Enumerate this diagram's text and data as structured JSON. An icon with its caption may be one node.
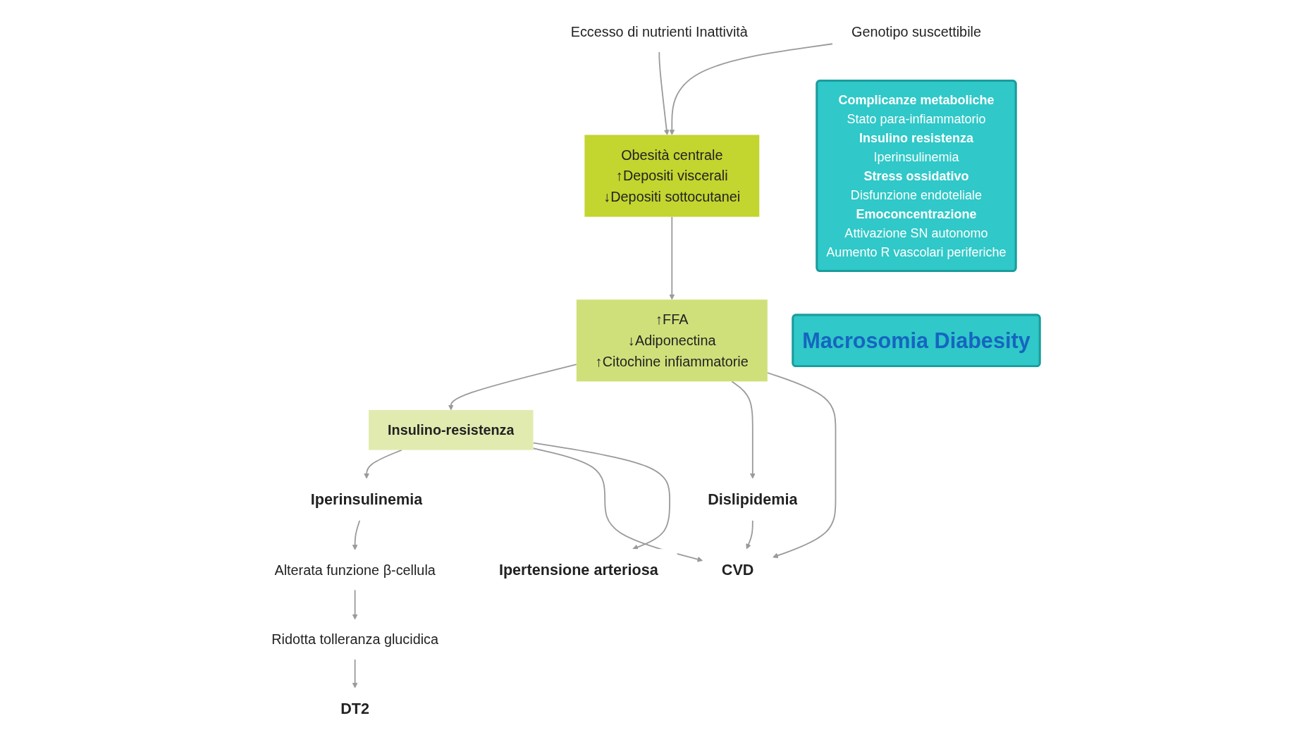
{
  "diagram": {
    "nodes": [
      {
        "text": [
          "Eccesso di nutrienti Inattività"
        ]
      },
      {
        "text": [
          "Genotipo suscettibile"
        ]
      },
      {
        "text": [
          "Obesità centrale",
          "↑Depositi viscerali",
          "↓Depositi sottocutanei"
        ]
      },
      {
        "text": [
          "↑FFA",
          "↓Adiponectina",
          "↑Citochine infiammatorie"
        ]
      },
      {
        "text": [
          "Insulino-resistenza"
        ]
      },
      {
        "text": [
          "Iperinsulinemia"
        ]
      },
      {
        "text": [
          "Alterata funzione β-cellula"
        ]
      },
      {
        "text": [
          "Ridotta tolleranza glucidica"
        ]
      },
      {
        "text": [
          "DT2"
        ]
      },
      {
        "text": [
          "Dislipidemia"
        ]
      },
      {
        "text": [
          "CVD"
        ]
      },
      {
        "text": [
          "Ipertensione arteriosa"
        ]
      },
      {
        "text": [
          "Complicanze metaboliche",
          "Stato para-infiammatorio",
          "Insulino resistenza",
          "Iperinsulinemia",
          "Stress ossidativo",
          "Disfunzione endoteliale",
          "Emoconcentrazione",
          "Attivazione SN autonomo",
          "Aumento R vascolari periferiche"
        ]
      },
      {
        "text": [
          "Macrosomia Diabesity"
        ]
      }
    ],
    "edges": [
      {
        "from": 0,
        "to": 2,
        "arrow": "to"
      },
      {
        "from": 1,
        "to": 2,
        "arrow": "to"
      },
      {
        "from": 2,
        "to": 3,
        "arrow": "to"
      },
      {
        "from": 3,
        "to": 4,
        "arrow": "to"
      },
      {
        "from": 4,
        "to": 5,
        "arrow": "to"
      },
      {
        "from": 5,
        "to": 6,
        "arrow": "to"
      },
      {
        "from": 6,
        "to": 7,
        "arrow": "to"
      },
      {
        "from": 7,
        "to": 8,
        "arrow": "to"
      },
      {
        "from": 3,
        "to": 9,
        "arrow": "to"
      },
      {
        "from": 3,
        "to": 10,
        "arrow": "to"
      },
      {
        "from": 9,
        "to": 10,
        "arrow": "to"
      },
      {
        "from": 4,
        "to": 10,
        "arrow": "to"
      },
      {
        "from": 4,
        "to": 11,
        "arrow": "to"
      }
    ]
  }
}
